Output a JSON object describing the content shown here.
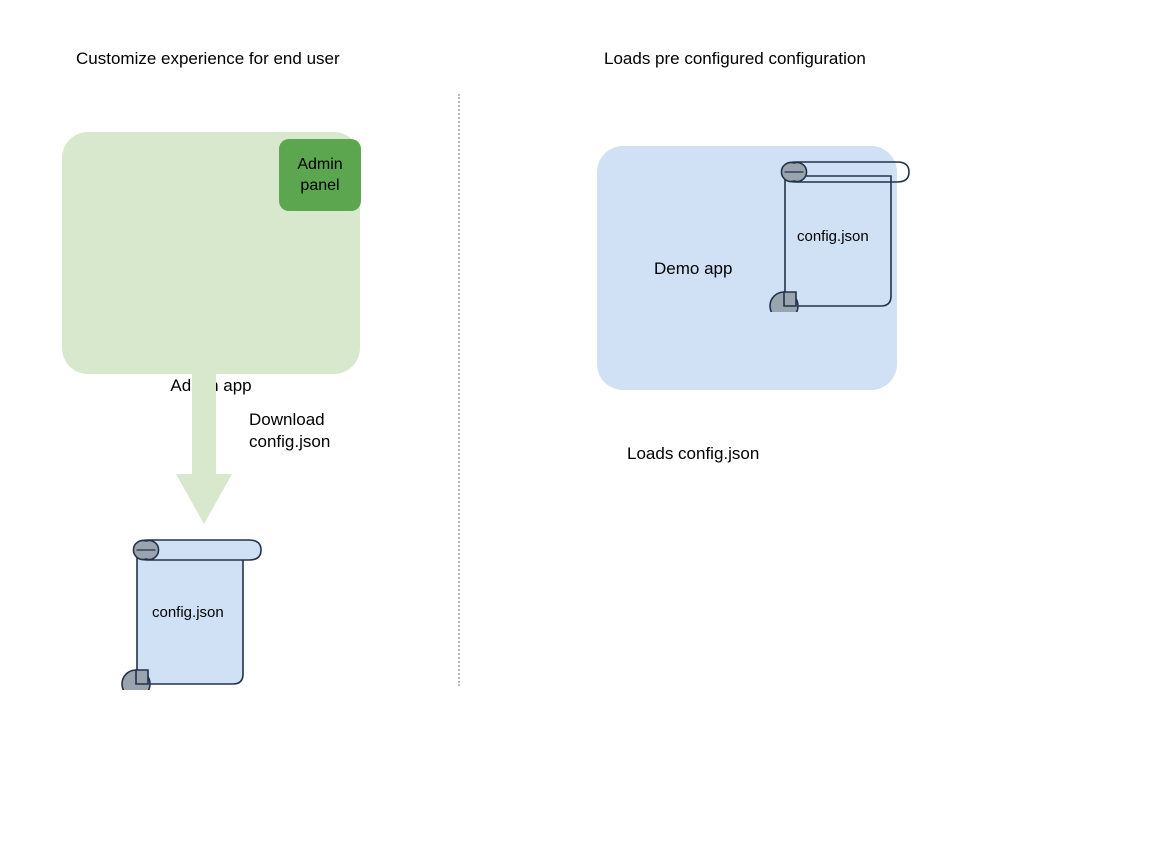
{
  "diagram": {
    "panels": [
      {
        "id": "left",
        "title": "Customize experience for end user",
        "app": {
          "label": "Admin app",
          "fill": "#d8e8cd"
        },
        "badge": {
          "label": "Admin panel",
          "fill": "#5ba64f"
        },
        "arrow": {
          "label_line1": "Download",
          "label_line2": "config.json",
          "fill": "#d8e8cd"
        },
        "document": {
          "label": "config.json",
          "fill": "#d0e1f5",
          "stroke": "#23324a",
          "curl_fill": "#9aa4ae"
        }
      },
      {
        "id": "right",
        "title": "Loads pre configured configuration",
        "app": {
          "label": "Demo app",
          "fill": "#d0e1f5"
        },
        "document": {
          "label": "config.json",
          "fill": "transparent",
          "stroke": "#23324a",
          "curl_fill": "#9aa4ae"
        },
        "caption": "Loads config.json"
      }
    ],
    "divider": {
      "style": "dotted",
      "color": "#b9b9b9"
    },
    "icons": {
      "arrow": "arrow-down-icon",
      "document": "scroll-document-icon"
    }
  }
}
